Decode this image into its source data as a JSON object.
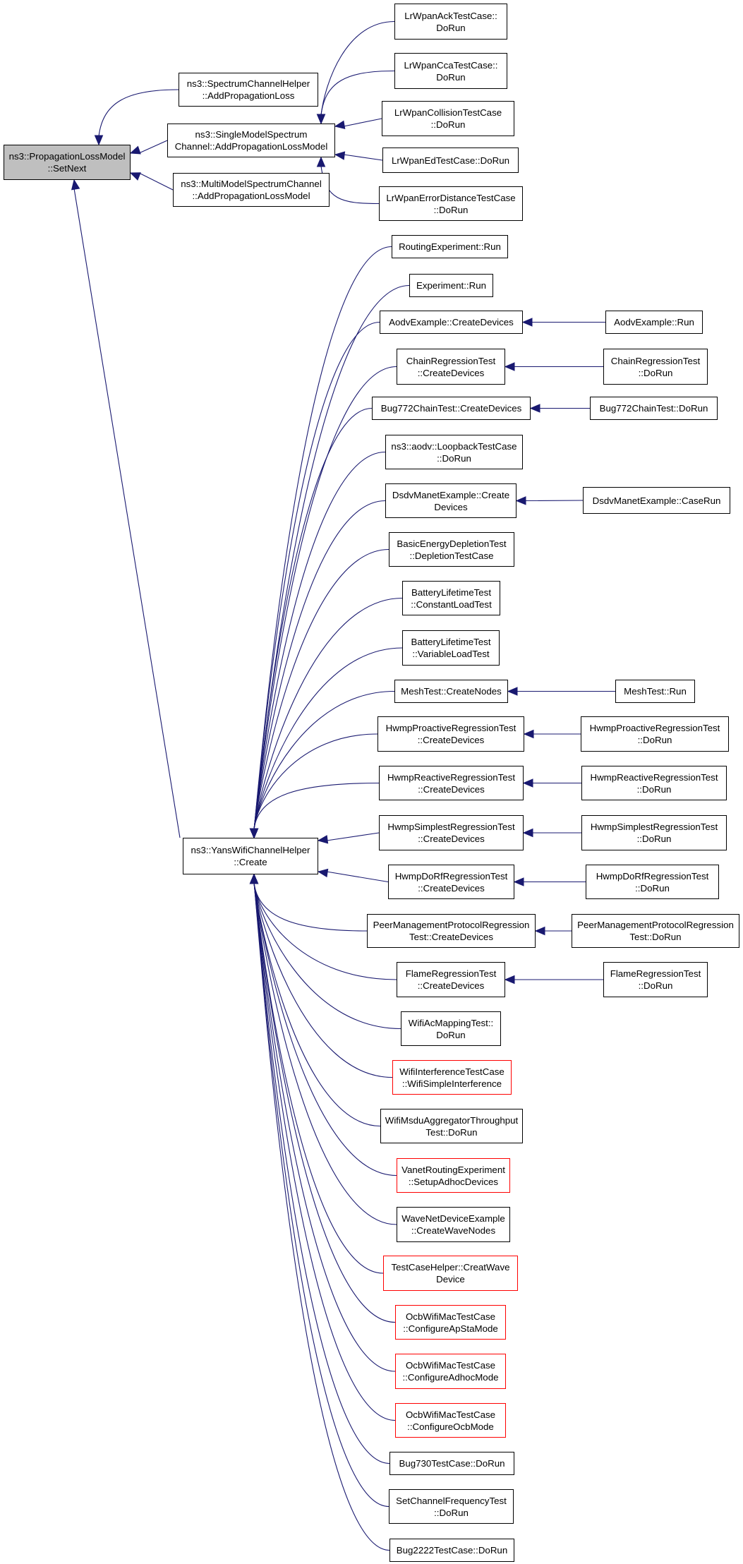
{
  "colors": {
    "edge": "#191970",
    "node_border": "#000000",
    "truncated_border": "#ff0000",
    "root_fill": "#bfbfbf"
  },
  "nodes": [
    {
      "id": "setnext",
      "lines": [
        "ns3::PropagationLossModel",
        "::SetNext"
      ]
    },
    {
      "id": "spectrum_helper",
      "lines": [
        "ns3::SpectrumChannelHelper",
        "::AddPropagationLoss"
      ]
    },
    {
      "id": "single_model",
      "lines": [
        "ns3::SingleModelSpectrum",
        "Channel::AddPropagationLossModel"
      ]
    },
    {
      "id": "multi_model",
      "lines": [
        "ns3::MultiModelSpectrumChannel",
        "::AddPropagationLossModel"
      ]
    },
    {
      "id": "yans_create",
      "lines": [
        "ns3::YansWifiChannelHelper",
        "::Create"
      ]
    },
    {
      "id": "lrwpan_ack",
      "lines": [
        "LrWpanAckTestCase::",
        "DoRun"
      ]
    },
    {
      "id": "lrwpan_cca",
      "lines": [
        "LrWpanCcaTestCase::",
        "DoRun"
      ]
    },
    {
      "id": "lrwpan_collision",
      "lines": [
        "LrWpanCollisionTestCase",
        "::DoRun"
      ]
    },
    {
      "id": "lrwpan_ed",
      "lines": [
        "LrWpanEdTestCase::DoRun"
      ]
    },
    {
      "id": "lrwpan_error",
      "lines": [
        "LrWpanErrorDistanceTestCase",
        "::DoRun"
      ]
    },
    {
      "id": "routing_exp",
      "lines": [
        "RoutingExperiment::Run"
      ]
    },
    {
      "id": "experiment",
      "lines": [
        "Experiment::Run"
      ]
    },
    {
      "id": "aodv_create",
      "lines": [
        "AodvExample::CreateDevices"
      ]
    },
    {
      "id": "aodv_run",
      "lines": [
        "AodvExample::Run"
      ]
    },
    {
      "id": "chain_create",
      "lines": [
        "ChainRegressionTest",
        "::CreateDevices"
      ]
    },
    {
      "id": "chain_run",
      "lines": [
        "ChainRegressionTest",
        "::DoRun"
      ]
    },
    {
      "id": "bug772_create",
      "lines": [
        "Bug772ChainTest::CreateDevices"
      ]
    },
    {
      "id": "bug772_run",
      "lines": [
        "Bug772ChainTest::DoRun"
      ]
    },
    {
      "id": "aodv_loopback",
      "lines": [
        "ns3::aodv::LoopbackTestCase",
        "::DoRun"
      ]
    },
    {
      "id": "dsdv_create",
      "lines": [
        "DsdvManetExample::Create",
        "Devices"
      ]
    },
    {
      "id": "dsdv_caserun",
      "lines": [
        "DsdvManetExample::CaseRun"
      ]
    },
    {
      "id": "basic_energy",
      "lines": [
        "BasicEnergyDepletionTest",
        "::DepletionTestCase"
      ]
    },
    {
      "id": "battery_const",
      "lines": [
        "BatteryLifetimeTest",
        "::ConstantLoadTest"
      ]
    },
    {
      "id": "battery_var",
      "lines": [
        "BatteryLifetimeTest",
        "::VariableLoadTest"
      ]
    },
    {
      "id": "mesh_create",
      "lines": [
        "MeshTest::CreateNodes"
      ]
    },
    {
      "id": "mesh_run",
      "lines": [
        "MeshTest::Run"
      ]
    },
    {
      "id": "hwmp_pro_create",
      "lines": [
        "HwmpProactiveRegressionTest",
        "::CreateDevices"
      ]
    },
    {
      "id": "hwmp_pro_run",
      "lines": [
        "HwmpProactiveRegressionTest",
        "::DoRun"
      ]
    },
    {
      "id": "hwmp_rea_create",
      "lines": [
        "HwmpReactiveRegressionTest",
        "::CreateDevices"
      ]
    },
    {
      "id": "hwmp_rea_run",
      "lines": [
        "HwmpReactiveRegressionTest",
        "::DoRun"
      ]
    },
    {
      "id": "hwmp_sim_create",
      "lines": [
        "HwmpSimplestRegressionTest",
        "::CreateDevices"
      ]
    },
    {
      "id": "hwmp_sim_run",
      "lines": [
        "HwmpSimplestRegressionTest",
        "::DoRun"
      ]
    },
    {
      "id": "hwmp_rf_create",
      "lines": [
        "HwmpDoRfRegressionTest",
        "::CreateDevices"
      ]
    },
    {
      "id": "hwmp_rf_run",
      "lines": [
        "HwmpDoRfRegressionTest",
        "::DoRun"
      ]
    },
    {
      "id": "peer_create",
      "lines": [
        "PeerManagementProtocolRegression",
        "Test::CreateDevices"
      ]
    },
    {
      "id": "peer_run",
      "lines": [
        "PeerManagementProtocolRegression",
        "Test::DoRun"
      ]
    },
    {
      "id": "flame_create",
      "lines": [
        "FlameRegressionTest",
        "::CreateDevices"
      ]
    },
    {
      "id": "flame_run",
      "lines": [
        "FlameRegressionTest",
        "::DoRun"
      ]
    },
    {
      "id": "wifi_ac",
      "lines": [
        "WifiAcMappingTest::",
        "DoRun"
      ]
    },
    {
      "id": "wifi_interf",
      "lines": [
        "WifiInterferenceTestCase",
        "::WifiSimpleInterference"
      ],
      "truncated": true
    },
    {
      "id": "wifi_msdu",
      "lines": [
        "WifiMsduAggregatorThroughput",
        "Test::DoRun"
      ]
    },
    {
      "id": "vanet",
      "lines": [
        "VanetRoutingExperiment",
        "::SetupAdhocDevices"
      ],
      "truncated": true
    },
    {
      "id": "wave_net",
      "lines": [
        "WaveNetDeviceExample",
        "::CreateWaveNodes"
      ]
    },
    {
      "id": "testcase_helper",
      "lines": [
        "TestCaseHelper::CreatWave",
        "Device"
      ],
      "truncated": true
    },
    {
      "id": "ocb_apsta",
      "lines": [
        "OcbWifiMacTestCase",
        "::ConfigureApStaMode"
      ],
      "truncated": true
    },
    {
      "id": "ocb_adhoc",
      "lines": [
        "OcbWifiMacTestCase",
        "::ConfigureAdhocMode"
      ],
      "truncated": true
    },
    {
      "id": "ocb_ocb",
      "lines": [
        "OcbWifiMacTestCase",
        "::ConfigureOcbMode"
      ],
      "truncated": true
    },
    {
      "id": "bug730",
      "lines": [
        "Bug730TestCase::DoRun"
      ]
    },
    {
      "id": "set_channel",
      "lines": [
        "SetChannelFrequencyTest",
        "::DoRun"
      ]
    },
    {
      "id": "bug2222",
      "lines": [
        "Bug2222TestCase::DoRun"
      ]
    }
  ],
  "edges": [
    [
      "spectrum_helper",
      "setnext"
    ],
    [
      "single_model",
      "setnext"
    ],
    [
      "multi_model",
      "setnext"
    ],
    [
      "yans_create",
      "setnext"
    ],
    [
      "lrwpan_ack",
      "single_model"
    ],
    [
      "lrwpan_cca",
      "single_model"
    ],
    [
      "lrwpan_collision",
      "single_model"
    ],
    [
      "lrwpan_ed",
      "single_model"
    ],
    [
      "lrwpan_error",
      "single_model"
    ],
    [
      "routing_exp",
      "yans_create"
    ],
    [
      "experiment",
      "yans_create"
    ],
    [
      "aodv_create",
      "yans_create"
    ],
    [
      "chain_create",
      "yans_create"
    ],
    [
      "bug772_create",
      "yans_create"
    ],
    [
      "aodv_loopback",
      "yans_create"
    ],
    [
      "dsdv_create",
      "yans_create"
    ],
    [
      "basic_energy",
      "yans_create"
    ],
    [
      "battery_const",
      "yans_create"
    ],
    [
      "battery_var",
      "yans_create"
    ],
    [
      "mesh_create",
      "yans_create"
    ],
    [
      "hwmp_pro_create",
      "yans_create"
    ],
    [
      "hwmp_rea_create",
      "yans_create"
    ],
    [
      "hwmp_sim_create",
      "yans_create"
    ],
    [
      "hwmp_rf_create",
      "yans_create"
    ],
    [
      "peer_create",
      "yans_create"
    ],
    [
      "flame_create",
      "yans_create"
    ],
    [
      "wifi_ac",
      "yans_create"
    ],
    [
      "wifi_interf",
      "yans_create"
    ],
    [
      "wifi_msdu",
      "yans_create"
    ],
    [
      "vanet",
      "yans_create"
    ],
    [
      "wave_net",
      "yans_create"
    ],
    [
      "testcase_helper",
      "yans_create"
    ],
    [
      "ocb_apsta",
      "yans_create"
    ],
    [
      "ocb_adhoc",
      "yans_create"
    ],
    [
      "ocb_ocb",
      "yans_create"
    ],
    [
      "bug730",
      "yans_create"
    ],
    [
      "set_channel",
      "yans_create"
    ],
    [
      "bug2222",
      "yans_create"
    ],
    [
      "aodv_run",
      "aodv_create"
    ],
    [
      "chain_run",
      "chain_create"
    ],
    [
      "bug772_run",
      "bug772_create"
    ],
    [
      "dsdv_caserun",
      "dsdv_create"
    ],
    [
      "mesh_run",
      "mesh_create"
    ],
    [
      "hwmp_pro_run",
      "hwmp_pro_create"
    ],
    [
      "hwmp_rea_run",
      "hwmp_rea_create"
    ],
    [
      "hwmp_sim_run",
      "hwmp_sim_create"
    ],
    [
      "hwmp_rf_run",
      "hwmp_rf_create"
    ],
    [
      "peer_run",
      "peer_create"
    ],
    [
      "flame_run",
      "flame_create"
    ]
  ]
}
